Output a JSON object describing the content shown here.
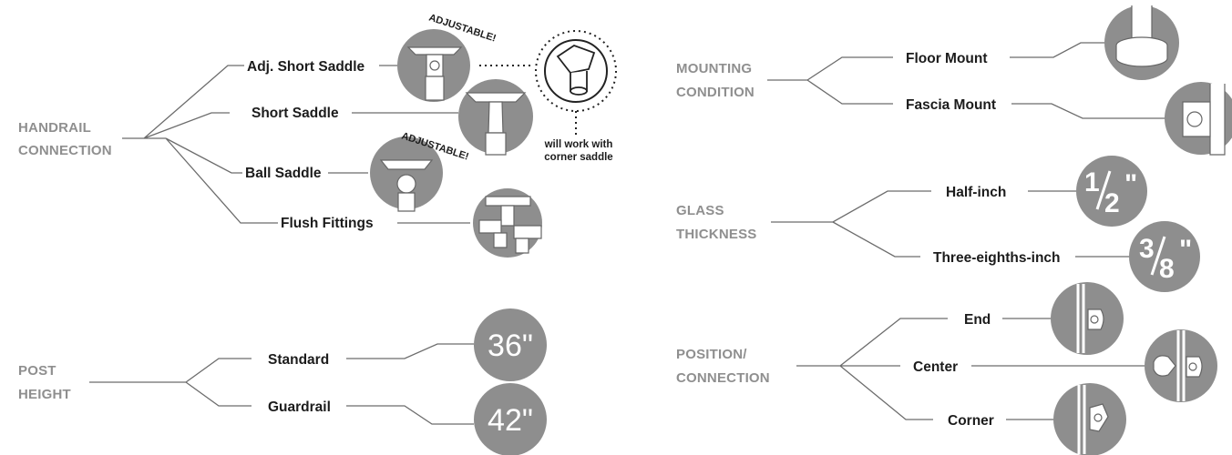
{
  "handrail": {
    "category_line1": "HANDRAIL",
    "category_line2": "CONNECTION",
    "options": [
      "Adj. Short Saddle",
      "Short Saddle",
      "Ball Saddle",
      "Flush Fittings"
    ],
    "adjustable_label": "ADJUSTABLE!",
    "note_line1": "will work with",
    "note_line2": "corner saddle"
  },
  "post_height": {
    "category_line1": "POST",
    "category_line2": "HEIGHT",
    "options": [
      "Standard",
      "Guardrail"
    ],
    "values": [
      "36\"",
      "42\""
    ]
  },
  "mounting": {
    "category_line1": "MOUNTING",
    "category_line2": "CONDITION",
    "options": [
      "Floor Mount",
      "Fascia Mount"
    ]
  },
  "glass": {
    "category_line1": "GLASS",
    "category_line2": "THICKNESS",
    "options": [
      "Half-inch",
      "Three-eighths-inch"
    ],
    "half": {
      "num": "1",
      "den": "2",
      "mark": "\""
    },
    "three_eighths": {
      "num": "3",
      "den": "8",
      "mark": "\""
    }
  },
  "position": {
    "category_line1": "POSITION/",
    "category_line2": "CONNECTION",
    "options": [
      "End",
      "Center",
      "Corner"
    ]
  },
  "icons": [
    "adj-short-saddle-icon",
    "short-saddle-icon",
    "corner-saddle-icon",
    "ball-saddle-icon",
    "flush-fittings-icon",
    "floor-mount-icon",
    "fascia-mount-icon",
    "end-clamp-icon",
    "center-clamp-icon",
    "corner-clamp-icon"
  ],
  "colors": {
    "disc": "#8e8e8e",
    "category_text": "#8f8f8f",
    "option_text": "#1c1c1c",
    "lines": "#6c6c6c"
  }
}
